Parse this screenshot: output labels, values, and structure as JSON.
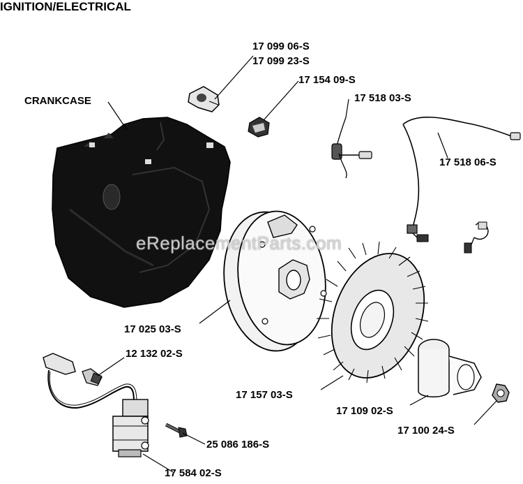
{
  "title": "IGNITION/ELECTRICAL",
  "watermark": "eReplacementParts.com",
  "labels": {
    "crankcase": "CRANKCASE",
    "p1709906": "17 099 06-S",
    "p1709923": "17 099 23-S",
    "p1715409": "17 154 09-S",
    "p1751803": "17 518 03-S",
    "p1751806": "17 518 06-S",
    "p1702503": "17 025 03-S",
    "p1213202": "12 132 02-S",
    "p1715703": "17 157 03-S",
    "p1710902": "17 109 02-S",
    "p1710024": "17 100 24-S",
    "p25086186": "25 086 186-S",
    "p1758402": "17 584 02-S"
  }
}
